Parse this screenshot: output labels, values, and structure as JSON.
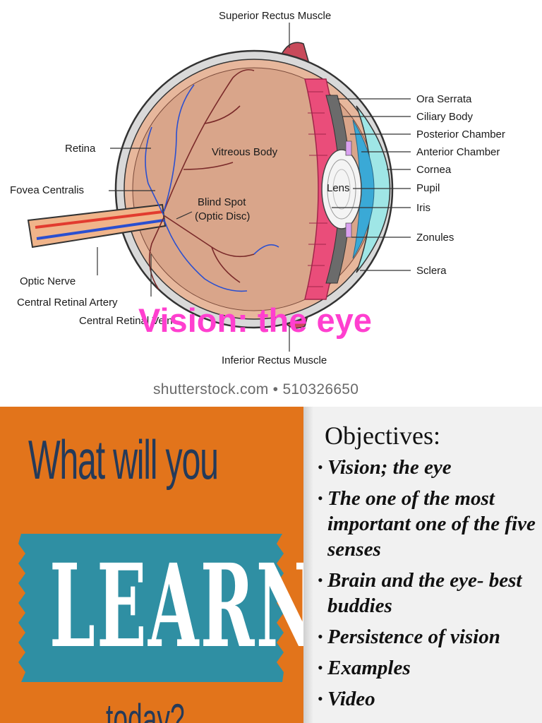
{
  "diagram": {
    "labels": {
      "superior_rectus": "Superior Rectus Muscle",
      "ora_serrata": "Ora Serrata",
      "ciliary_body": "Ciliary Body",
      "posterior_chamber": "Posterior Chamber",
      "anterior_chamber": "Anterior Chamber",
      "cornea": "Cornea",
      "pupil": "Pupil",
      "iris": "Iris",
      "zonules": "Zonules",
      "sclera": "Sclera",
      "retina": "Retina",
      "fovea_centralis": "Fovea Centralis",
      "vitreous_body": "Vitreous Body",
      "blind_spot_1": "Blind Spot",
      "blind_spot_2": "(Optic Disc)",
      "lens": "Lens",
      "optic_nerve": "Optic Nerve",
      "central_retinal_artery": "Central Retinal Artery",
      "central_retinal_vein": "Central Retinal Vein",
      "inferior_rectus": "Inferior Rectus Muscle"
    },
    "slide_title": "Vision: the eye",
    "watermark": "shutterstock.com • 510326650",
    "colors": {
      "title": "#ff3fcf",
      "sclera": "#d9d9d9",
      "vitreous": "#d9a58a",
      "iris": "#ea4d7a",
      "cornea": "#9fe6e6",
      "artery": "#e23b2f",
      "vein": "#2a4fd0"
    }
  },
  "learn_panel": {
    "headline": "What will you",
    "banner_word": "LEARN",
    "footer_partial": "today?",
    "colors": {
      "background": "#e2741b",
      "banner": "#2f8fa3",
      "headline": "#243a5a"
    }
  },
  "objectives": {
    "heading": "Objectives:",
    "bullet": "•",
    "items": [
      "Vision; the eye",
      "The one of the most important one of the five senses",
      "Brain and the eye- best buddies",
      "Persistence of vision",
      "Examples",
      "Video"
    ]
  }
}
